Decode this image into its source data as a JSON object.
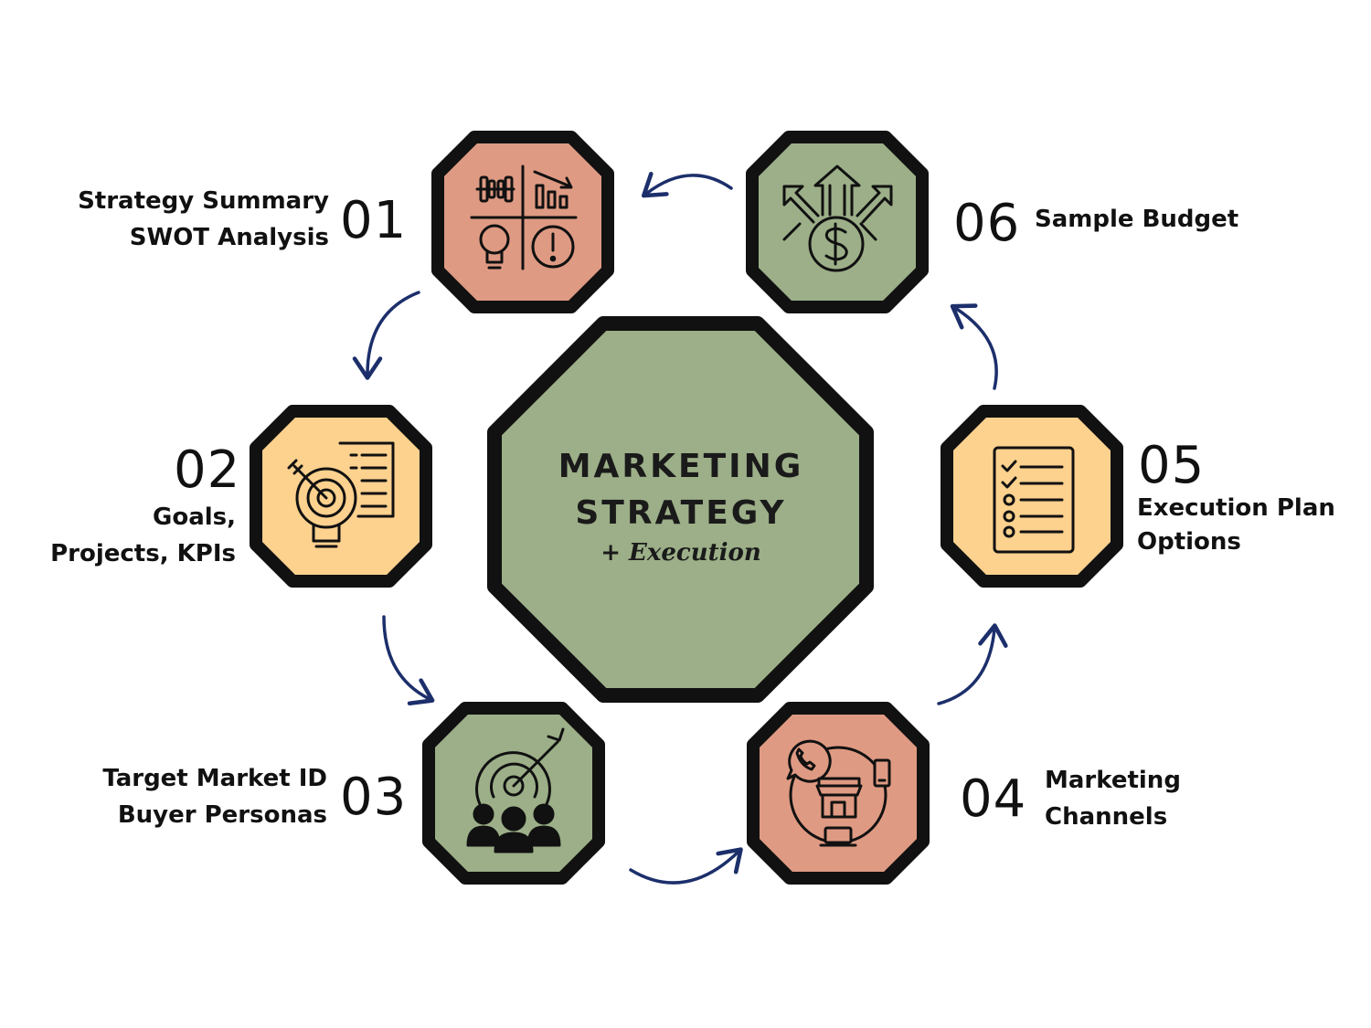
{
  "center": {
    "line1": "MARKETING",
    "line2": "STRATEGY",
    "subtitle": "+ Execution"
  },
  "colors": {
    "green": "#9caf88",
    "salmon": "#df9a83",
    "peach": "#fdd18e",
    "outline": "#111111",
    "arrow": "#1c2f6b"
  },
  "steps": [
    {
      "number": "01",
      "line1": "Strategy Summary",
      "line2": "SWOT Analysis",
      "color": "#df9a83",
      "icon": "swot-grid-icon"
    },
    {
      "number": "02",
      "line1": "Goals,",
      "line2": "Projects, KPIs",
      "color": "#fdd18e",
      "icon": "goal-target-bulb-icon"
    },
    {
      "number": "03",
      "line1": "Target Market ID",
      "line2": "Buyer Personas",
      "color": "#9caf88",
      "icon": "target-audience-icon"
    },
    {
      "number": "04",
      "line1": "Marketing",
      "line2": "Channels",
      "color": "#df9a83",
      "icon": "marketing-channels-icon"
    },
    {
      "number": "05",
      "line1": "Execution Plan",
      "line2": "Options",
      "color": "#fdd18e",
      "icon": "checklist-icon"
    },
    {
      "number": "06",
      "line1": "Sample Budget",
      "line2": "",
      "color": "#9caf88",
      "icon": "budget-money-icon"
    }
  ]
}
